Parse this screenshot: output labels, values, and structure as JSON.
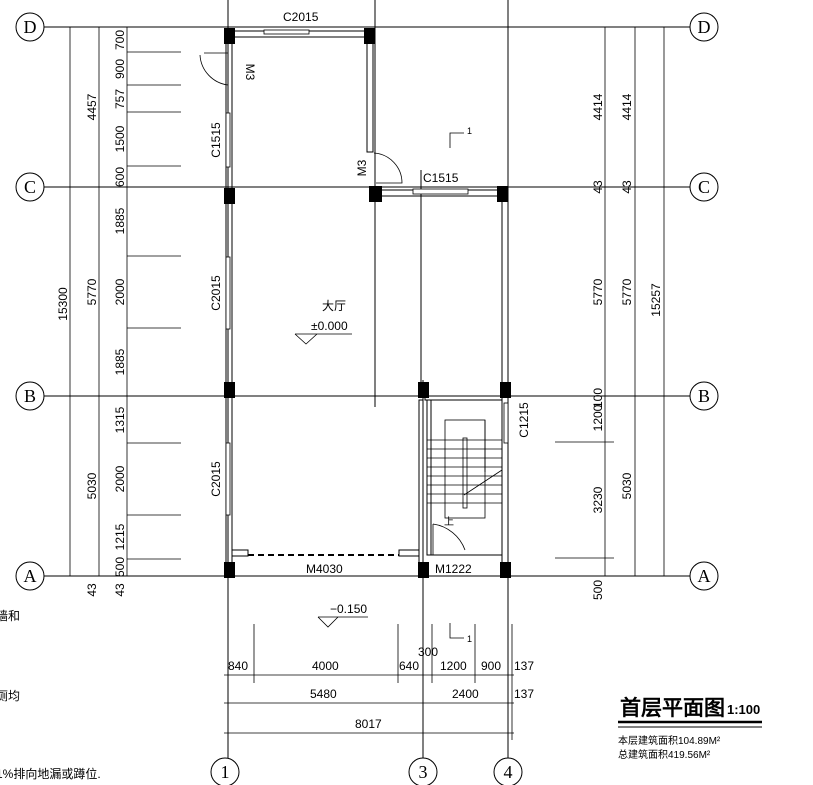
{
  "axes": {
    "rows": [
      "D",
      "C",
      "B",
      "A"
    ],
    "cols": [
      "1",
      "3",
      "4"
    ]
  },
  "left_dims": {
    "total": "15300",
    "mid": [
      "4457",
      "5770",
      "5030",
      "43"
    ],
    "detail": [
      "700",
      "900",
      "757",
      "1500",
      "600",
      "1885",
      "2000",
      "1885",
      "1315",
      "2000",
      "1215",
      "500",
      "43"
    ]
  },
  "right_dims": {
    "total": "15257",
    "outer": [
      "4414",
      "43",
      "5770",
      "5030"
    ],
    "inner": [
      "4414",
      "43",
      "5770",
      "100",
      "1200",
      "3230",
      "500"
    ]
  },
  "bottom_dims": {
    "row1": [
      "840",
      "4000",
      "640",
      "300",
      "1200",
      "900",
      "137"
    ],
    "row2": [
      "5480",
      "2400",
      "137"
    ],
    "row3": [
      "8017"
    ]
  },
  "labels": {
    "c2015_top": "C2015",
    "m3_a": "M3",
    "m3_b": "M3",
    "c1515_left": "C1515",
    "c1515_mid": "C1515",
    "c2015_left1": "C2015",
    "c2015_left2": "C2015",
    "c1215": "C1215",
    "m4030": "M4030",
    "m1222": "M1222",
    "room": "大厅",
    "elev_room": "±0.000",
    "elev_out": "−0.150",
    "section_top": "1",
    "section_bottom": "1",
    "stair_up": "上"
  },
  "notes": [
    "墙和",
    "厕均",
    "1%排向地漏或蹲位."
  ],
  "title": {
    "name": "首层平面图",
    "scale": "1:100",
    "floor_area": "本层建筑面积104.89M²",
    "total_area": "总建筑面积419.56M²"
  }
}
